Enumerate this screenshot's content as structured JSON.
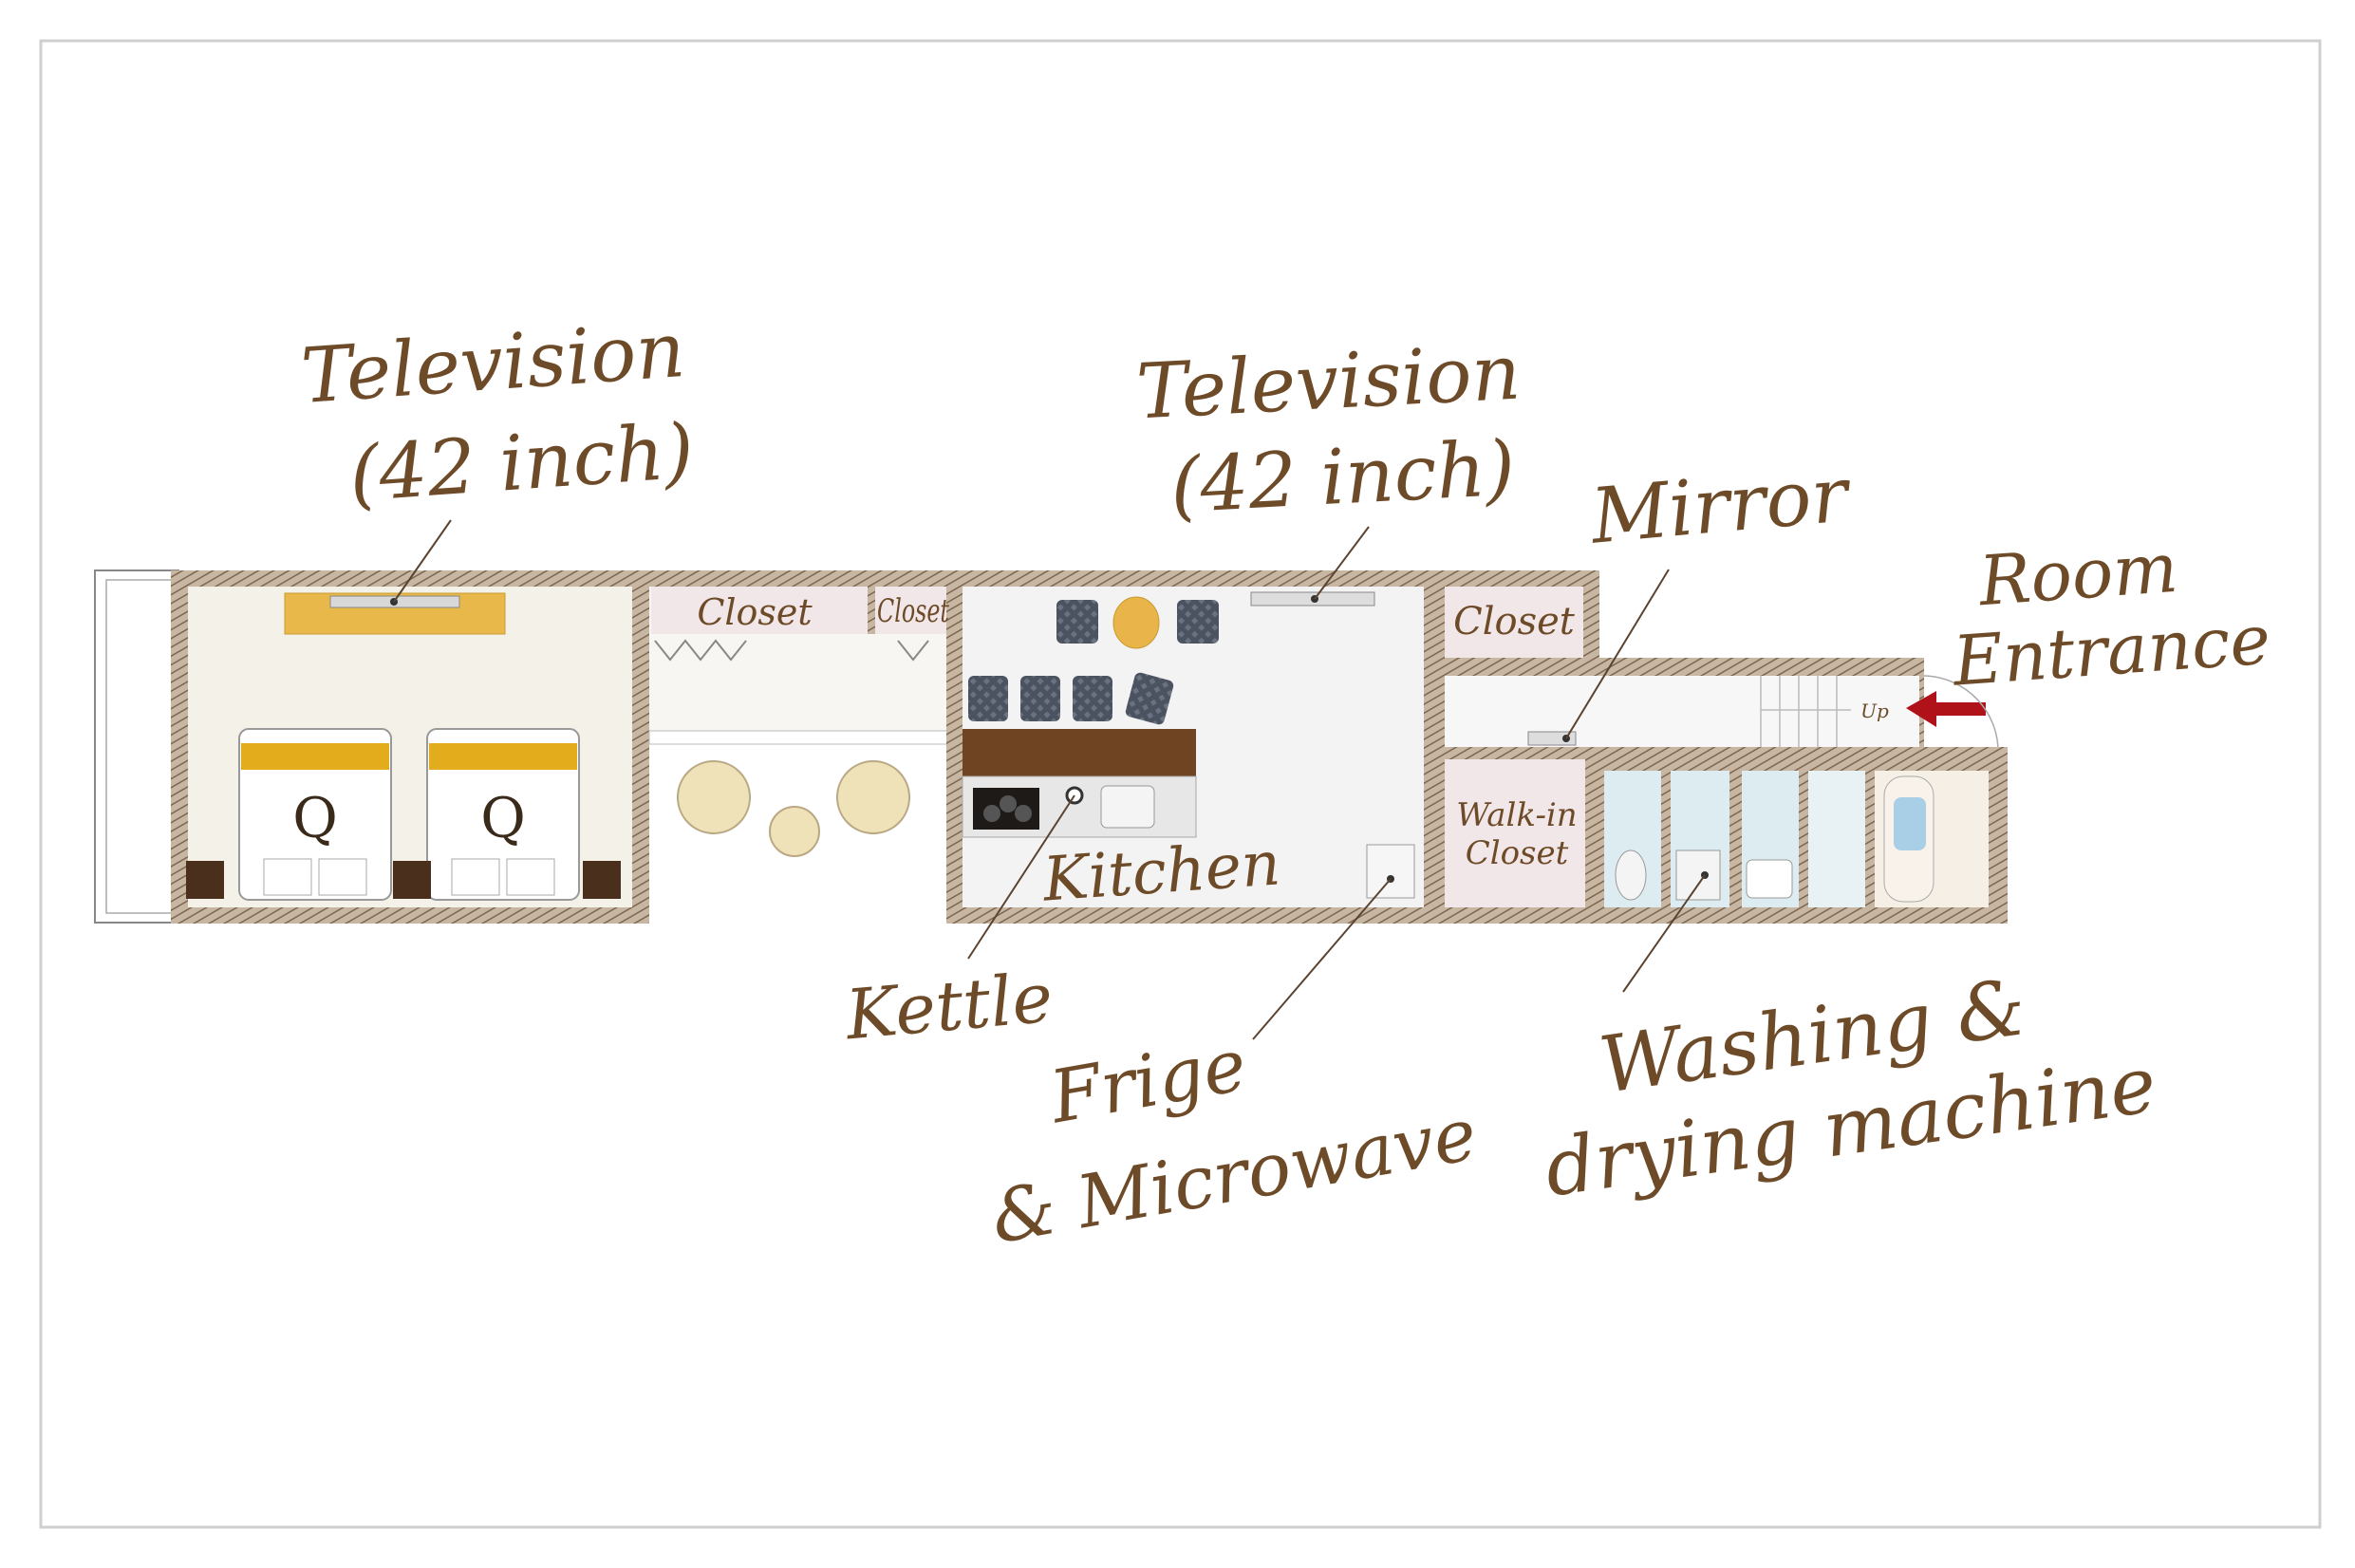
{
  "labels": {
    "tv_bedroom": [
      "Television",
      "(42 inch)"
    ],
    "tv_living": [
      "Television",
      "(42 inch)"
    ],
    "mirror": "Mirror",
    "room_entrance": [
      "Room",
      "Entrance"
    ],
    "kettle": "Kettle",
    "fridge": [
      "Frige",
      "& Microwave"
    ],
    "washer": [
      "Washing &",
      "drying machine"
    ]
  },
  "rooms": {
    "closet_1": "Closet",
    "closet_2": "Closet",
    "closet_3": "Closet",
    "walk_in_closet": [
      "Walk-in",
      "Closet"
    ],
    "kitchen": "Kitchen",
    "bed_1": "Q",
    "bed_2": "Q",
    "stairs": "Up"
  },
  "colors": {
    "text": "#6e4b28",
    "wall": "#a8927a",
    "bed_accent": "#e2ac1c",
    "arrow": "#b0121a",
    "bedroom_floor": "#f4f1e8",
    "closet_floor": "#f1e6e8",
    "bath_floor": "#dcecf1"
  },
  "icons": {
    "entrance_arrow": "arrow-left-icon"
  }
}
